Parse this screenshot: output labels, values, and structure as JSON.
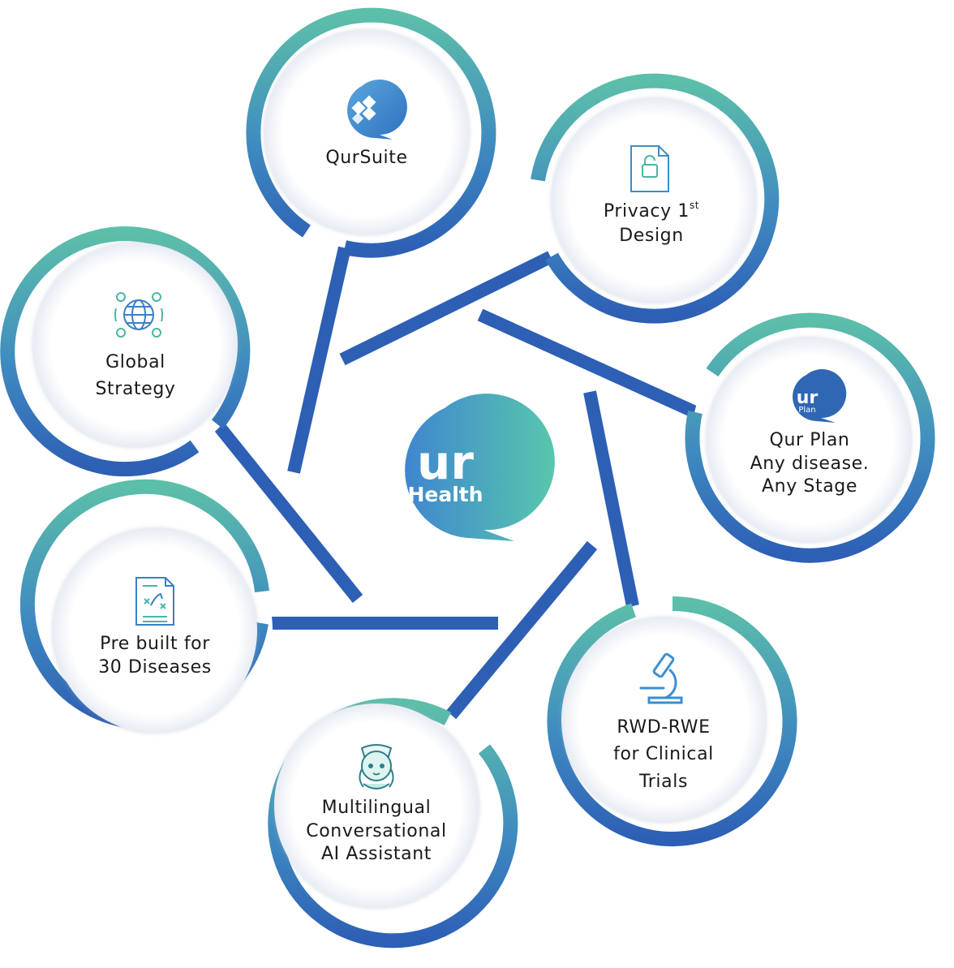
{
  "center_logo": {
    "line1": "ur",
    "line2": "Health"
  },
  "nodes": {
    "qursuite": {
      "label": "QurSuite",
      "icon": "cubes-chat-icon"
    },
    "privacy": {
      "line1": "Privacy 1",
      "sup": "st",
      "line2": "Design",
      "icon": "document-lock-icon"
    },
    "qurplan": {
      "line1": "Qur Plan",
      "line2": "Any disease.",
      "line3": "Any Stage",
      "icon_text1": "ur",
      "icon_text2": "Plan",
      "icon": "urplan-chat-icon"
    },
    "rwd": {
      "line1": "RWD-RWE",
      "line2": "for Clinical",
      "line3": "Trials",
      "icon": "microscope-icon"
    },
    "assistant": {
      "line1": "Multilingual",
      "line2": "Conversational",
      "line3": "AI Assistant",
      "icon": "nurse-avatar-icon"
    },
    "diseases": {
      "line1": "Pre built for",
      "line2": "30 Diseases",
      "icon": "strategy-board-icon"
    },
    "global": {
      "line1": "Global",
      "line2": "Strategy",
      "icon": "globe-network-icon"
    }
  },
  "colors": {
    "teal": "#5cbfa9",
    "blue": "#2f62b8",
    "connector": "#2d5fb5",
    "logo_left": "#3f86cf",
    "logo_right": "#58c7ad",
    "icon_blue": "#3a7fc9",
    "icon_teal": "#4bb5a6"
  }
}
